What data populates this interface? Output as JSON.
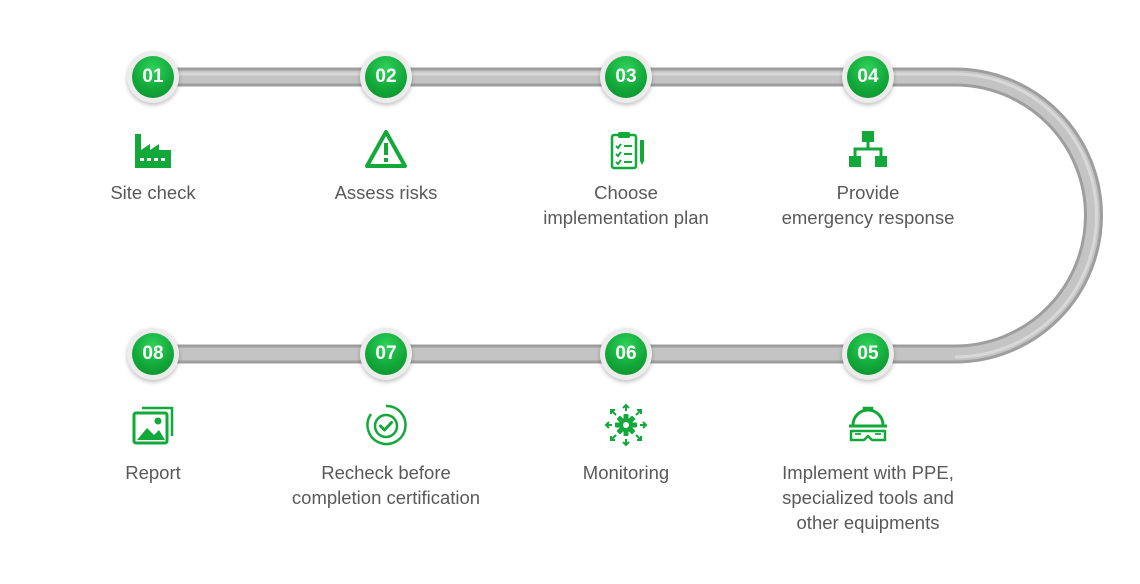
{
  "colors": {
    "accent": "#13a93a",
    "track": "#b3b3b3",
    "text": "#595959"
  },
  "steps": [
    {
      "number": "01",
      "icon": "factory-icon",
      "label": "Site check"
    },
    {
      "number": "02",
      "icon": "warning-icon",
      "label": "Assess risks"
    },
    {
      "number": "03",
      "icon": "clipboard-checklist-icon",
      "label": "Choose\nimplementation plan"
    },
    {
      "number": "04",
      "icon": "hierarchy-icon",
      "label": "Provide\nemergency response"
    },
    {
      "number": "05",
      "icon": "hard-hat-goggles-icon",
      "label": "Implement with PPE,\nspecialized tools and\nother equipments"
    },
    {
      "number": "06",
      "icon": "gear-arrows-icon",
      "label": "Monitoring"
    },
    {
      "number": "07",
      "icon": "check-circle-icon",
      "label": "Recheck before\ncompletion certification"
    },
    {
      "number": "08",
      "icon": "image-gallery-icon",
      "label": "Report"
    }
  ]
}
